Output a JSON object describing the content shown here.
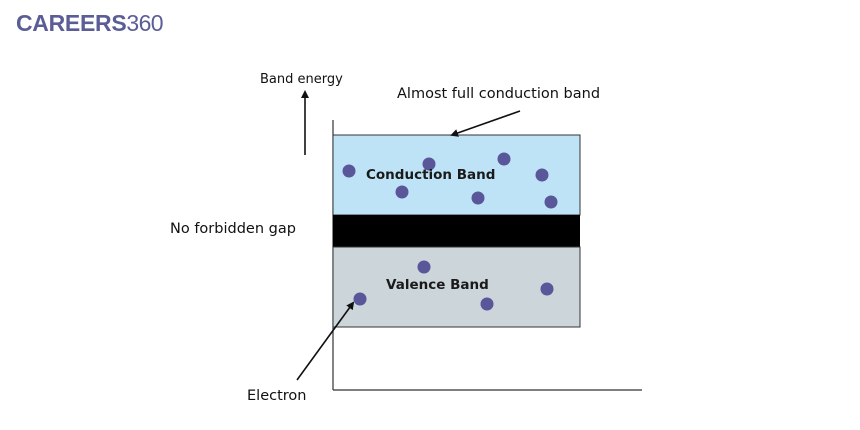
{
  "logo": {
    "bold_text": "CAREERS",
    "number_text": "360"
  },
  "diagram": {
    "y_axis_label": "Band energy",
    "annotation_top": "Almost full conduction band",
    "gap_label": "No forbidden gap",
    "conduction_label": "Conduction Band",
    "valence_label": "Valence Band",
    "electron_label": "Electron"
  },
  "colors": {
    "logo": "#5b5d97",
    "conduction_band": "#bfe3f6",
    "gap": "#000000",
    "valence_band": "#cbd5da",
    "electron": "#5a569a",
    "axis": "#333333"
  },
  "icons": {
    "axis_arrow": "up-arrow-icon",
    "electron": "circle-dot"
  }
}
